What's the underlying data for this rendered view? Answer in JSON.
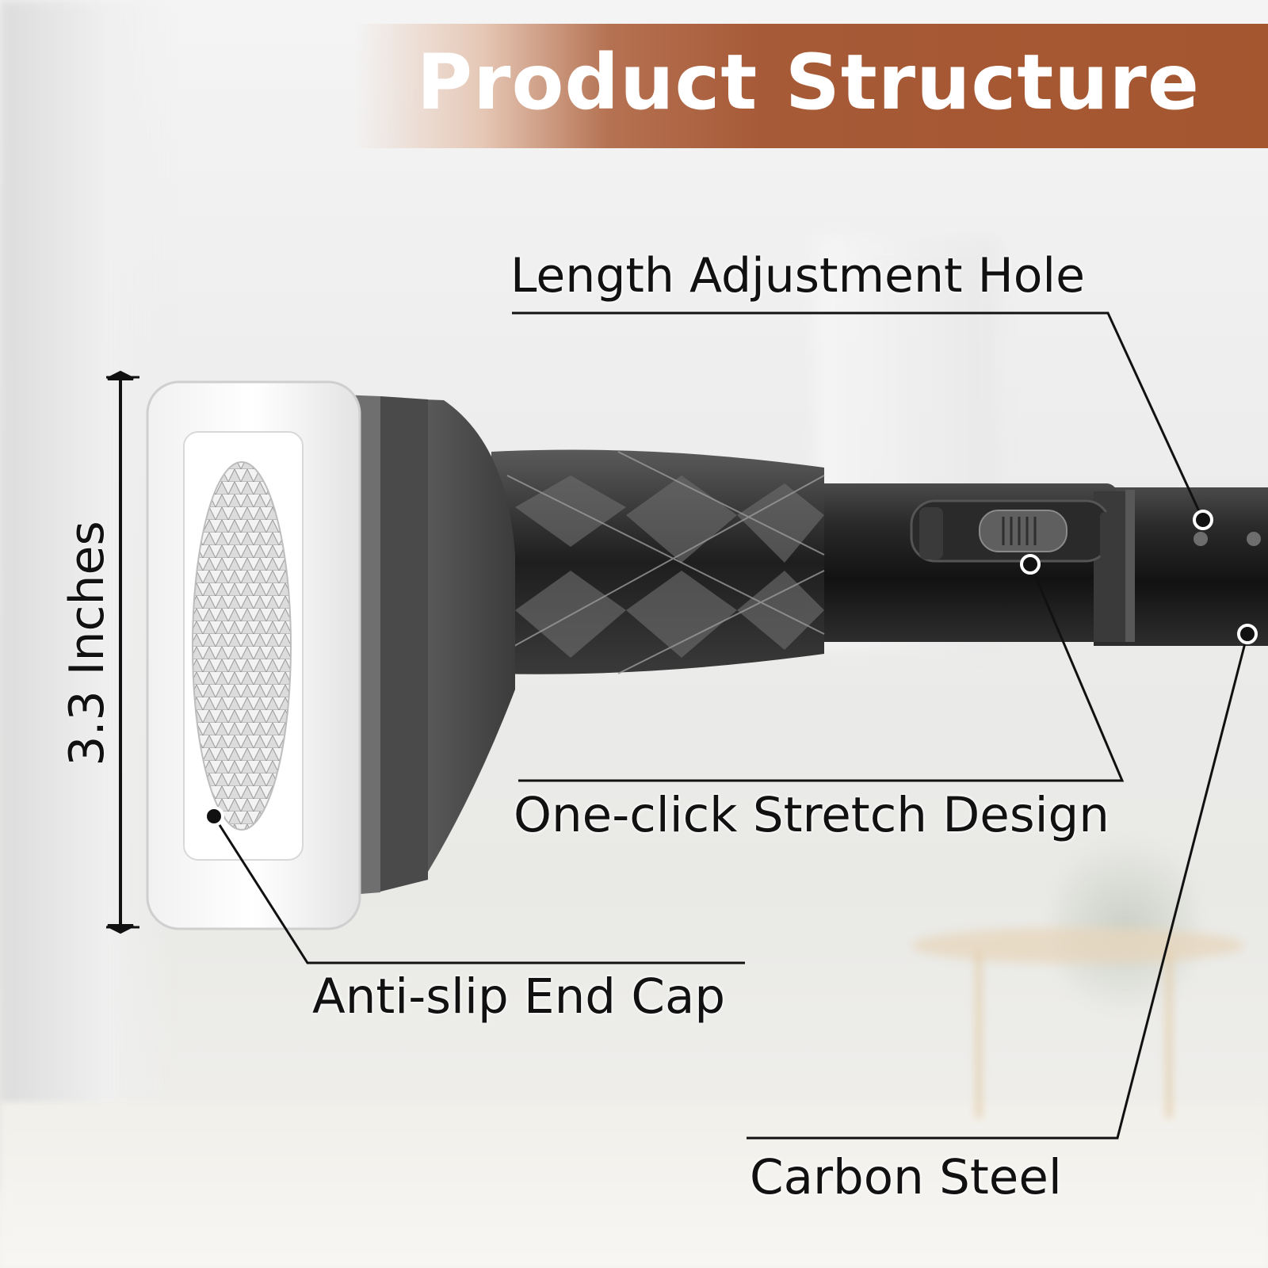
{
  "banner": {
    "title": "Product Structure"
  },
  "dimension": {
    "label": "3.3 Inches"
  },
  "callouts": {
    "length_adjustment_hole": "Length Adjustment Hole",
    "one_click_stretch": "One-click Stretch Design",
    "anti_slip_end_cap": "Anti-slip End Cap",
    "carbon_steel": "Carbon Steel"
  },
  "colors": {
    "banner_brown": "#a4562f",
    "rod_black": "#1c1c1c",
    "cap_white": "#ffffff",
    "callout_line": "#111111"
  }
}
